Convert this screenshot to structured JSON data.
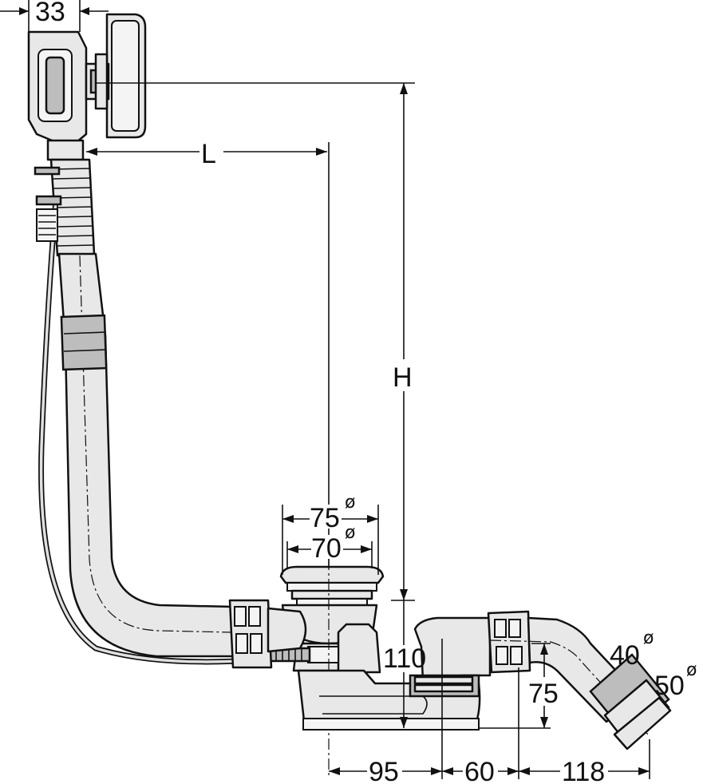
{
  "dimensions": {
    "overflow_width": "33",
    "length": "L",
    "height": "H",
    "outer_diameter": "75",
    "inner_diameter": "70",
    "trap_height": "110",
    "outlet_height": "75",
    "outlet_diameter_small": "40",
    "outlet_diameter_large": "50",
    "horizontal_1": "95",
    "horizontal_2": "60",
    "horizontal_3": "118"
  },
  "symbols": {
    "diameter": "ø"
  }
}
